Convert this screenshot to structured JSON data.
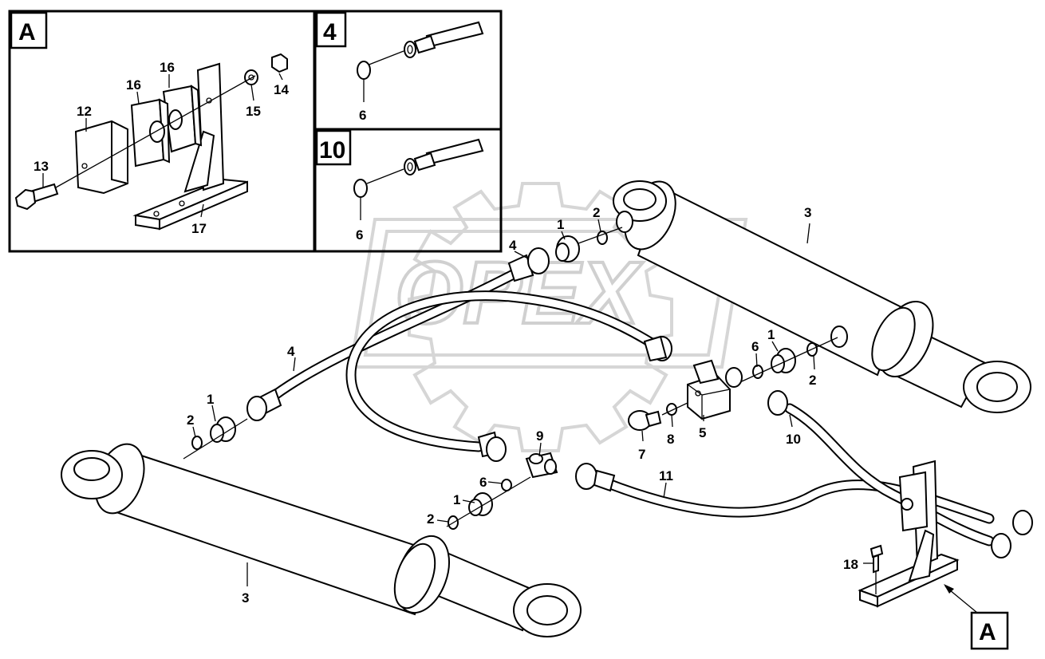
{
  "watermark": {
    "text": "OPEX"
  },
  "detail_boxes": [
    {
      "id": "A",
      "label": "A"
    },
    {
      "id": "4",
      "label": "4"
    },
    {
      "id": "10",
      "label": "10"
    }
  ],
  "callout_box": {
    "label": "A"
  },
  "labels": {
    "d12": "12",
    "d13": "13",
    "d14": "14",
    "d15": "15",
    "d16a": "16",
    "d16b": "16",
    "d17": "17",
    "d6a": "6",
    "d6b": "6",
    "m1a": "1",
    "m1b": "1",
    "m1c": "1",
    "m1d": "1",
    "m2a": "2",
    "m2b": "2",
    "m2c": "2",
    "m2d": "2",
    "m3a": "3",
    "m3b": "3",
    "m4a": "4",
    "m4b": "4",
    "m5": "5",
    "m6a": "6",
    "m6b": "6",
    "m7": "7",
    "m8": "8",
    "m9": "9",
    "m10": "10",
    "m11": "11",
    "m18": "18"
  }
}
